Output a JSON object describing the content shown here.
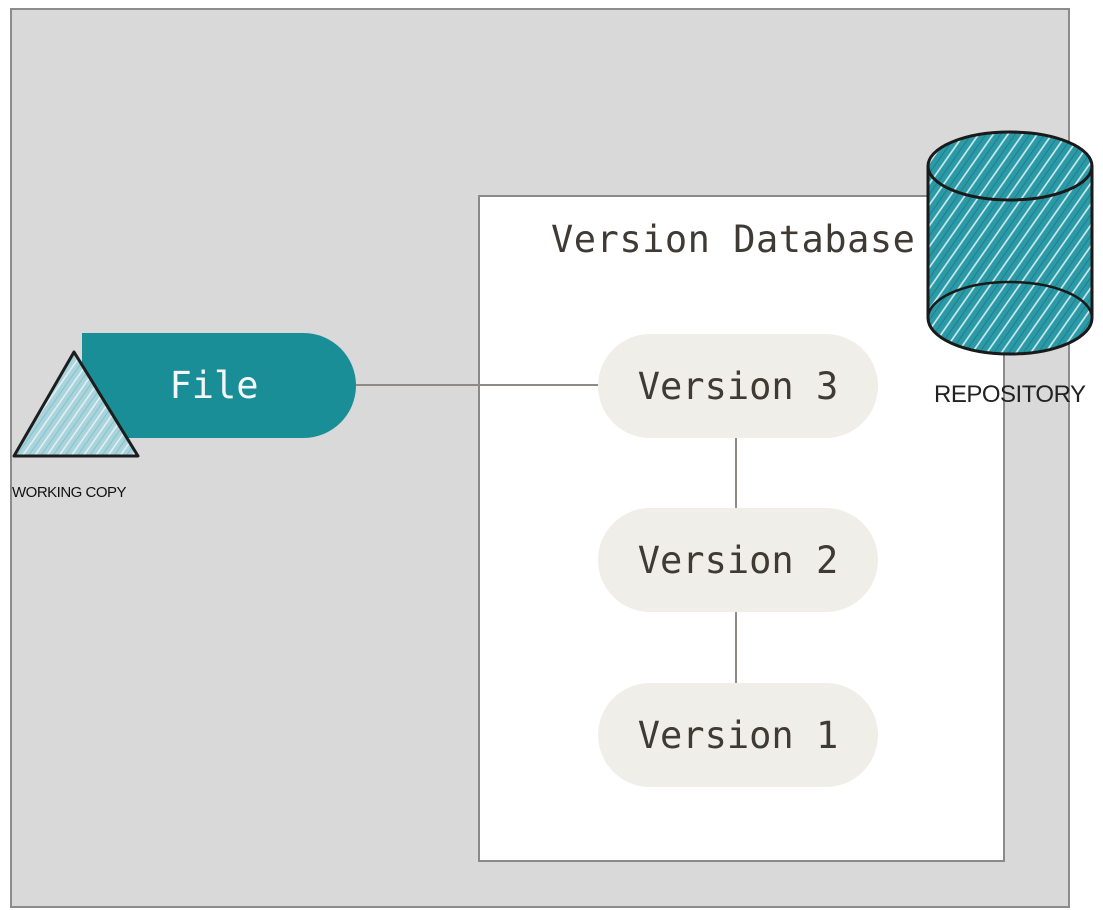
{
  "diagram": {
    "database_title": "Version Database",
    "file_label": "File",
    "versions": [
      {
        "label": "Version 3"
      },
      {
        "label": "Version 2"
      },
      {
        "label": "Version 1"
      }
    ],
    "working_copy_label": "WORKING COPY",
    "repository_label": "REPOSITORY"
  },
  "colors": {
    "teal": "#1a8e96",
    "light_teal": "#9fcfd8",
    "panel_gray": "#d9d9d9",
    "version_fill": "#efeee9"
  },
  "icons": {
    "working_copy": "triangle-icon",
    "repository": "database-cylinder-icon"
  }
}
